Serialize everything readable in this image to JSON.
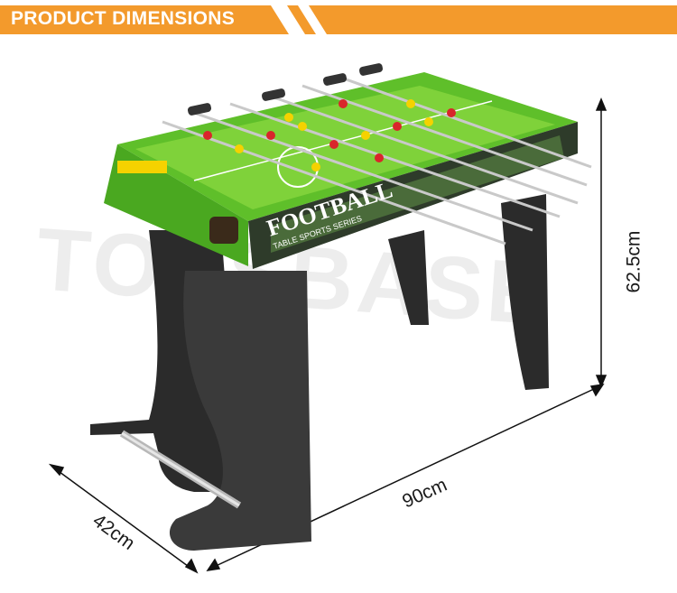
{
  "header": {
    "title": "PRODUCT DIMENSIONS"
  },
  "dimensions": {
    "height": "62.5cm",
    "width": "90cm",
    "depth": "42cm"
  },
  "product": {
    "logo_text": "FOOTBALL",
    "logo_subtitle": "TABLE SPORTS SERIES"
  },
  "watermark": {
    "text": "TOYSBASE"
  },
  "colors": {
    "banner": "#f39a2c",
    "table_green": "#5fbf2a",
    "legs": "#2b2b2b"
  }
}
